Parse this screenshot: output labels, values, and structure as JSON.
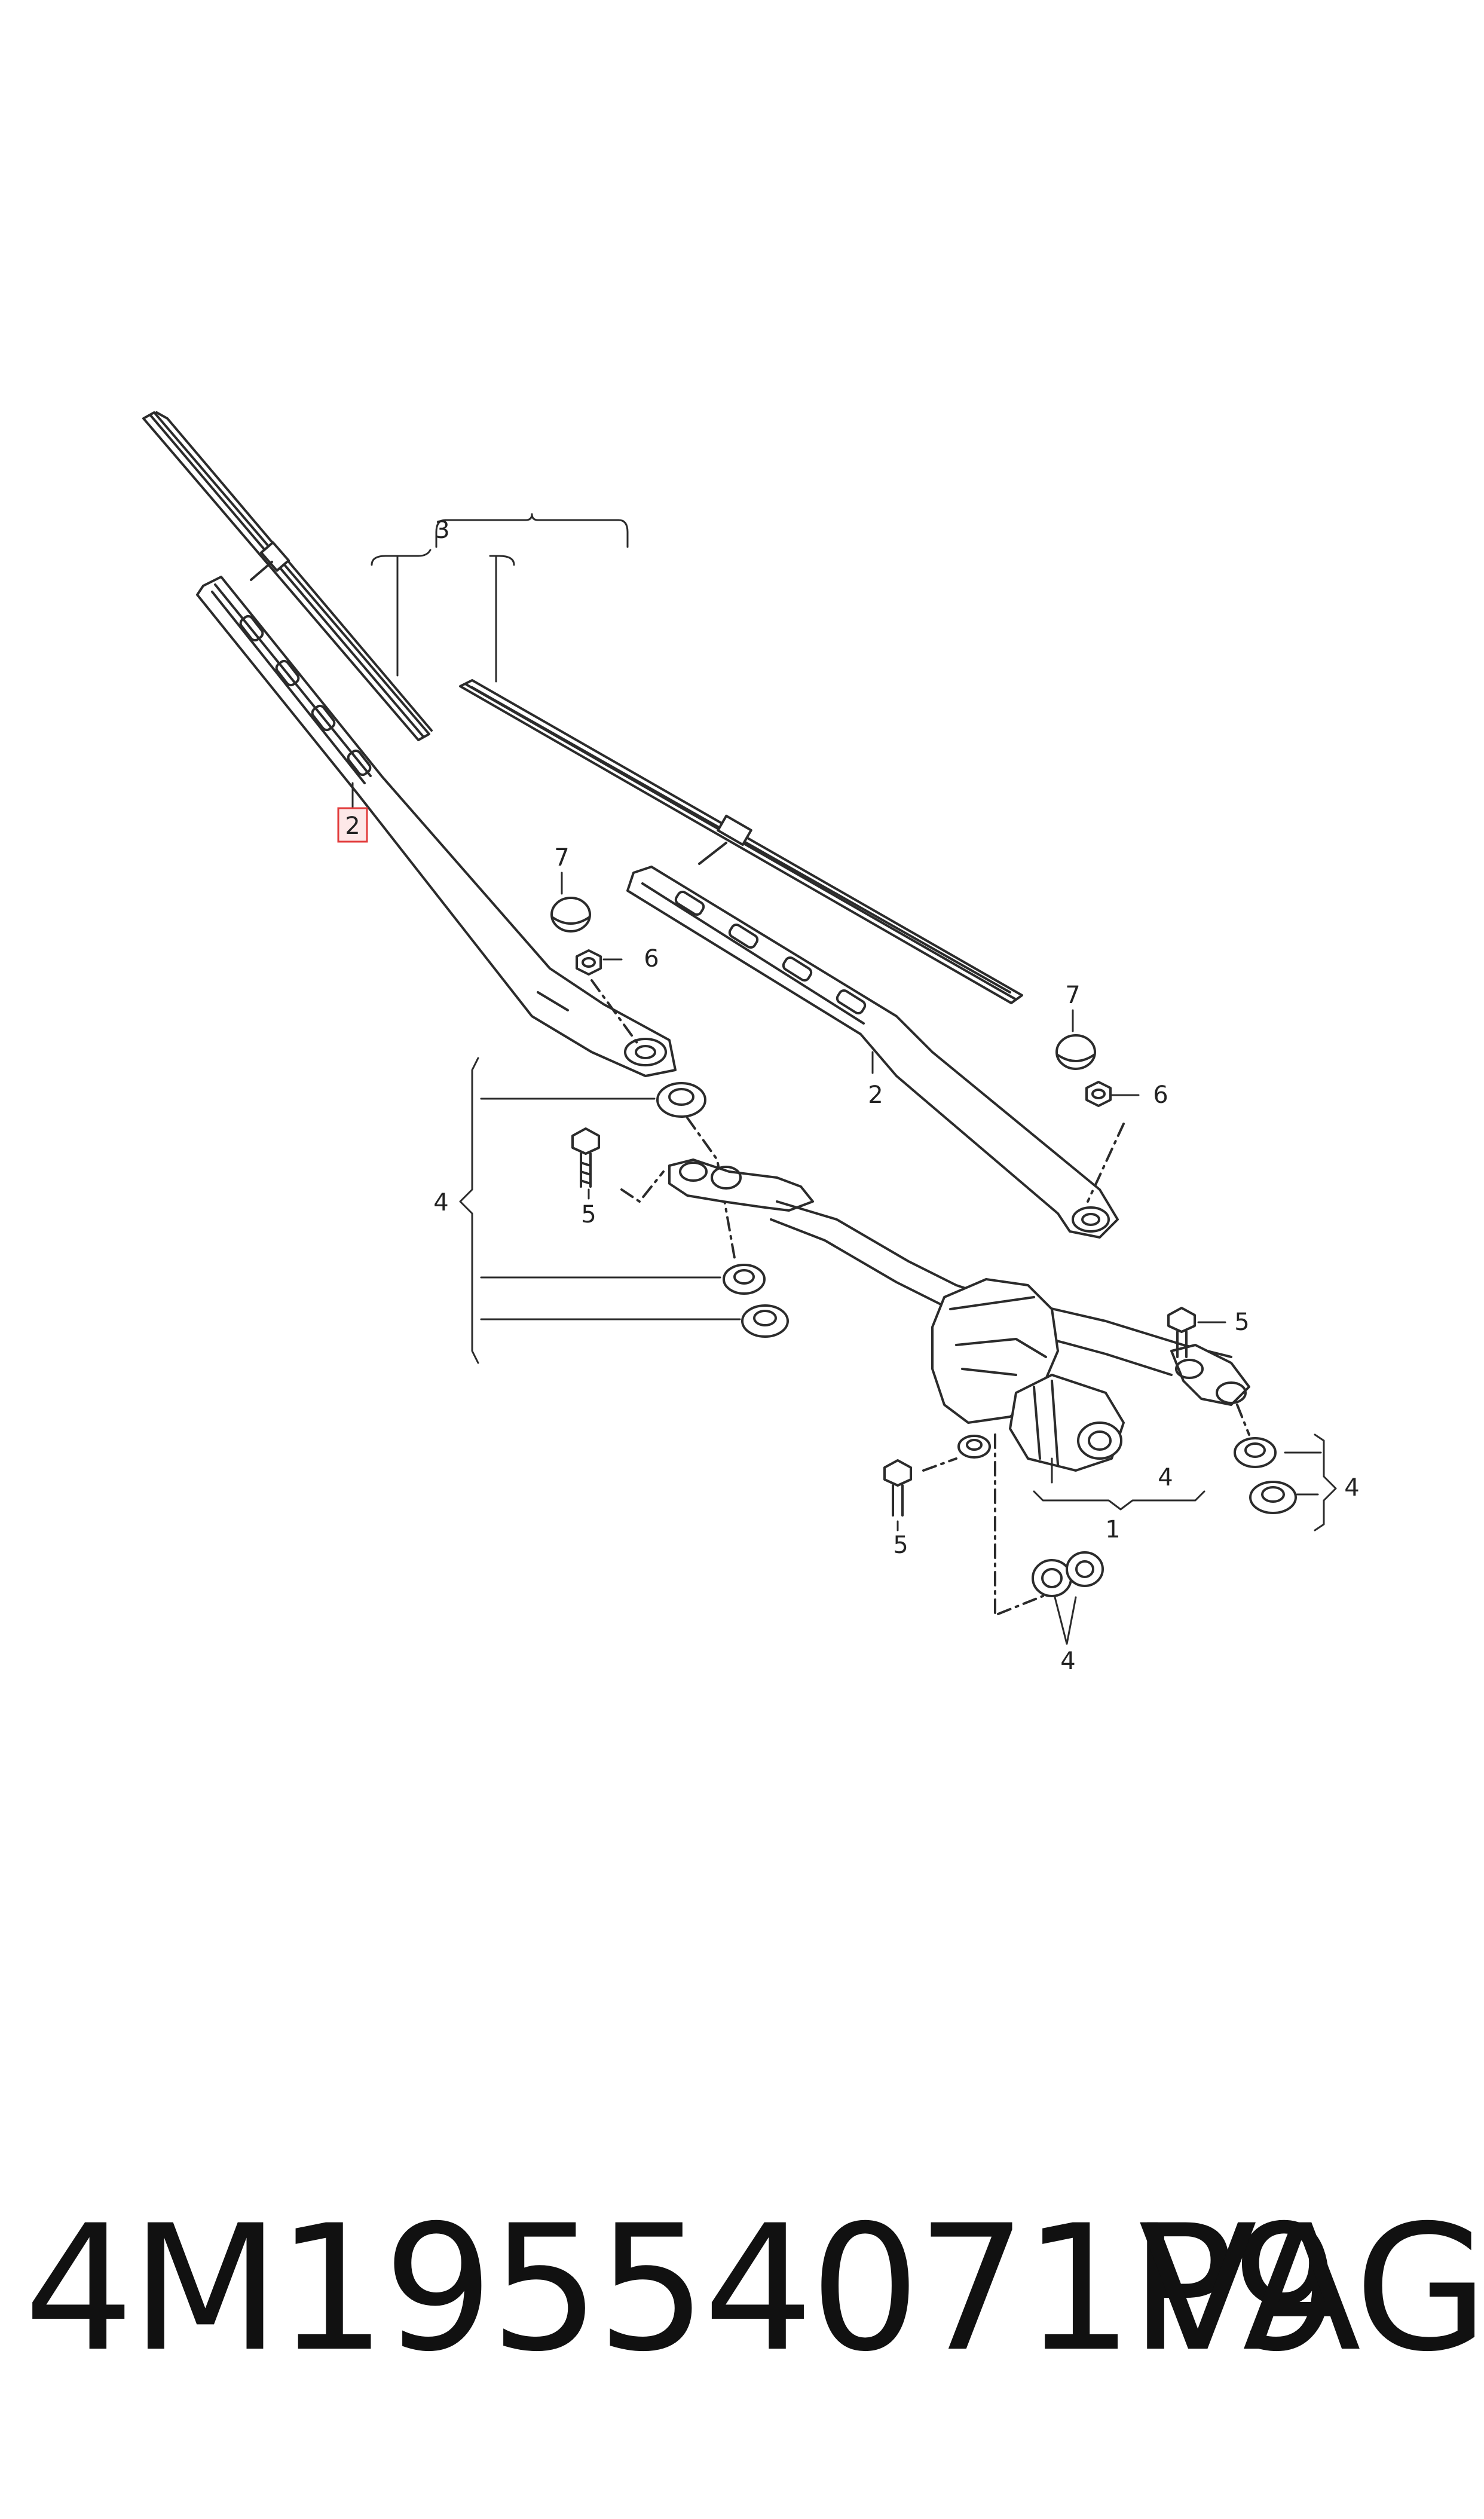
{
  "diagram": {
    "callouts": {
      "left_arm": "2",
      "right_arm": "2",
      "blade_set": "3",
      "left_cap": "7",
      "left_nut": "6",
      "right_cap": "7",
      "right_nut": "6",
      "left_bush_group": "4",
      "left_bolt": "5",
      "right_bolt_upper": "5",
      "right_bush_group": "4",
      "motor_bush_group": "4",
      "motor_label": "1",
      "bottom_bolt": "5",
      "bottom_bush_group": "4"
    },
    "colors": {
      "line": "#2b2b2b",
      "highlight": "#e23b3b",
      "highlight_fill": "#fde8e8"
    },
    "highlighted_callout": "left_arm"
  },
  "footer": {
    "part_number": "4M19554071P9",
    "brand": "VAG"
  }
}
